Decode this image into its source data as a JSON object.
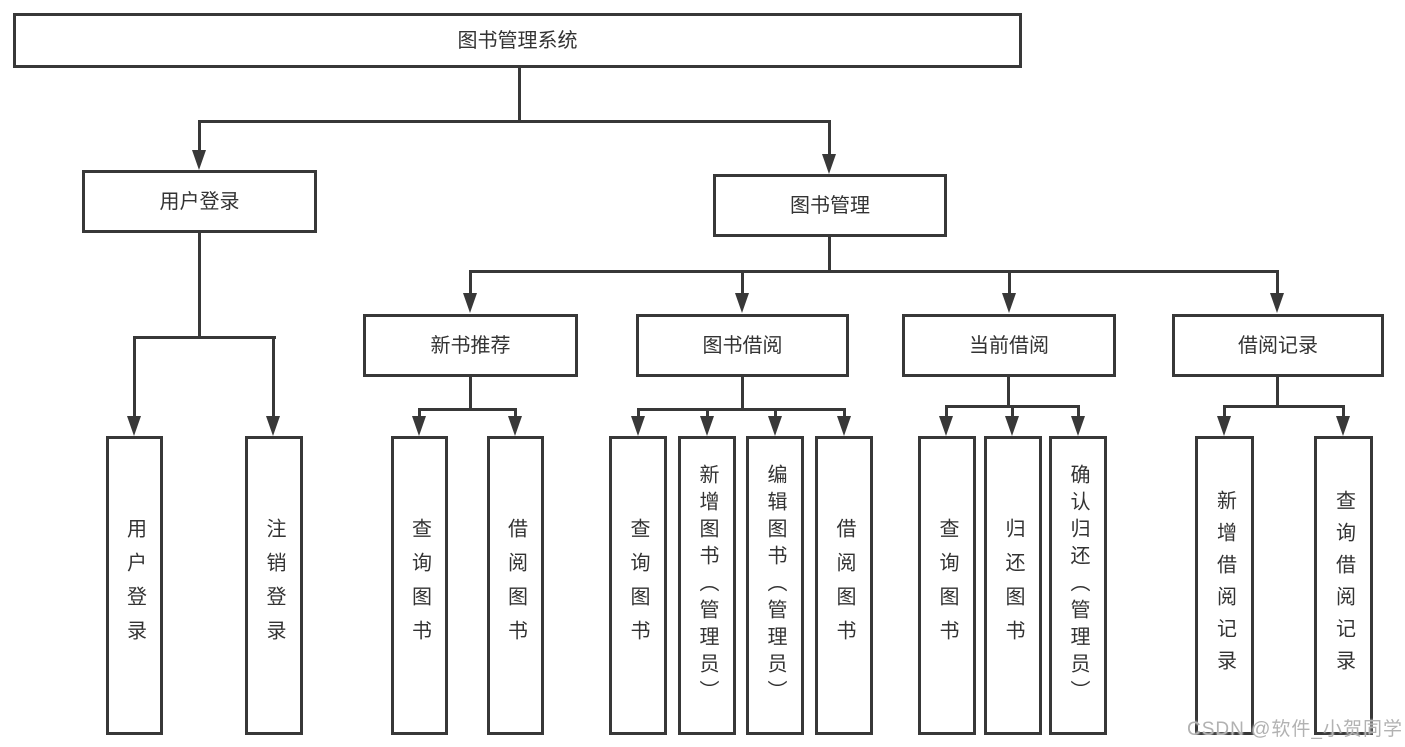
{
  "diagram": {
    "title": "图书管理系统",
    "tree": {
      "label": "图书管理系统",
      "children": [
        {
          "label": "用户登录",
          "children": [
            {
              "label": "用户登录"
            },
            {
              "label": "注销登录"
            }
          ]
        },
        {
          "label": "图书管理",
          "children": [
            {
              "label": "新书推荐",
              "children": [
                {
                  "label": "查询图书"
                },
                {
                  "label": "借阅图书"
                }
              ]
            },
            {
              "label": "图书借阅",
              "children": [
                {
                  "label": "查询图书"
                },
                {
                  "label": "新增图书（管理员）"
                },
                {
                  "label": "编辑图书（管理员）"
                },
                {
                  "label": "借阅图书"
                }
              ]
            },
            {
              "label": "当前借阅",
              "children": [
                {
                  "label": "查询图书"
                },
                {
                  "label": "归还图书"
                },
                {
                  "label": "确认归还（管理员）"
                }
              ]
            },
            {
              "label": "借阅记录",
              "children": [
                {
                  "label": "新增借阅记录"
                },
                {
                  "label": "查询借阅记录"
                }
              ]
            }
          ]
        }
      ]
    },
    "colors": {
      "line": "#383838",
      "text": "#333333",
      "box_background": "#ffffff",
      "watermark_text_color": "#b2b2b2"
    }
  },
  "watermark": {
    "text": "CSDN @软件_小贺同学"
  }
}
